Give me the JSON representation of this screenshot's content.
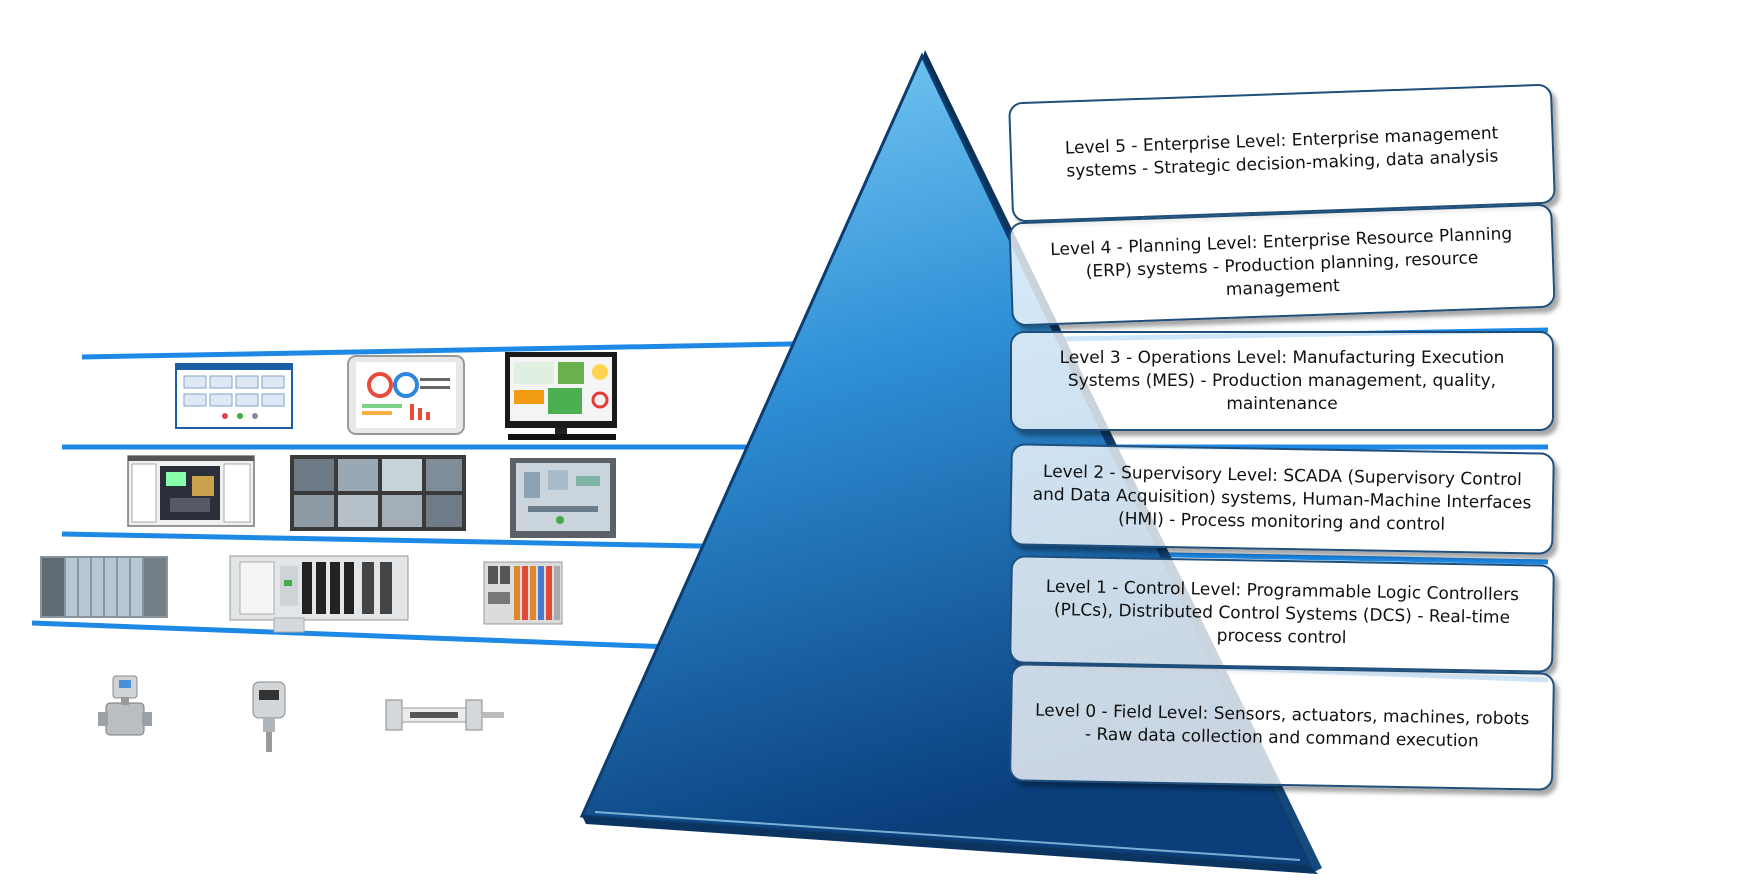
{
  "levels": [
    {
      "id": 5,
      "text": "Level 5 - Enterprise Level: Enterprise management systems - Strategic decision-making, data analysis"
    },
    {
      "id": 4,
      "text": "Level 4 - Planning Level: Enterprise Resource Planning (ERP) systems - Production planning, resource management"
    },
    {
      "id": 3,
      "text": "Level 3 - Operations Level: Manufacturing Execution Systems (MES) - Production management, quality, maintenance"
    },
    {
      "id": 2,
      "text": "Level 2 - Supervisory Level: SCADA (Supervisory Control and Data Acquisition) systems, Human-Machine Interfaces (HMI) - Process monitoring and control"
    },
    {
      "id": 1,
      "text": "Level 1 - Control Level: Programmable Logic Controllers (PLCs), Distributed Control Systems (DCS) - Real-time process control"
    },
    {
      "id": 0,
      "text": "Level 0 - Field Level: Sensors, actuators, machines, robots - Raw data collection and command execution"
    }
  ],
  "device_images": {
    "level3": [
      "mes-dashboard-window",
      "tablet-dashboard",
      "monitor-dashboard"
    ],
    "level2": [
      "scada-software-window",
      "multi-screen-scada",
      "hmi-touch-panel"
    ],
    "level1": [
      "plc-rack-modules",
      "plc-controller",
      "io-module"
    ],
    "level0": [
      "flow-sensor",
      "pressure-transmitter",
      "linear-actuator"
    ]
  },
  "colors": {
    "pyramid_top": "#7fd0f6",
    "pyramid_bottom": "#0a3f7c",
    "separator_line": "#1e88e5",
    "box_border": "#1f4f7a"
  }
}
